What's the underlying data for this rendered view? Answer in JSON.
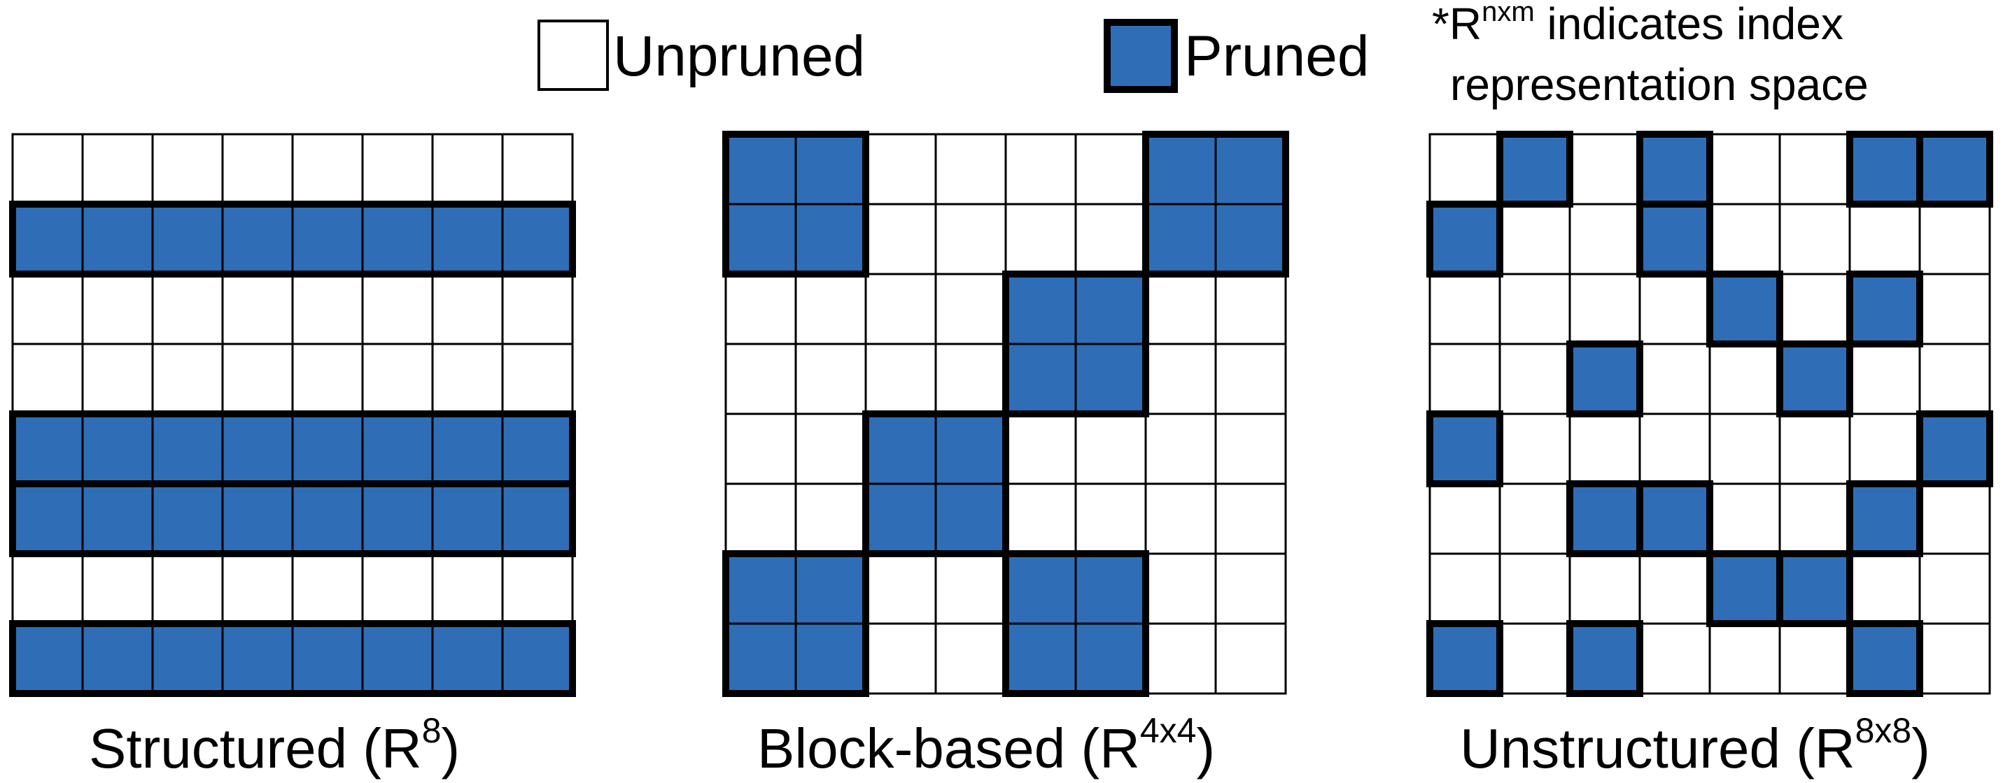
{
  "legend": {
    "unpruned_label": "Unpruned",
    "pruned_label": "Pruned",
    "note_line1_prefix": "*R",
    "note_line1_sup": "nxm",
    "note_line1_suffix": " indicates index",
    "note_line2": "representation space"
  },
  "colors": {
    "pruned_fill": "#2f6eb6",
    "unpruned_fill": "#ffffff",
    "grid_line": "#000000"
  },
  "panels": [
    {
      "caption_main": "Structured (R",
      "caption_sup": "8",
      "caption_close": ")",
      "pruning_mode": "rows",
      "pruned": [
        "........",
        "########",
        "........",
        "........",
        "########",
        "########",
        "........",
        "########"
      ]
    },
    {
      "caption_main": "Block-based (R",
      "caption_sup": "4x4",
      "caption_close": ")",
      "pruning_mode": "blocks",
      "pruned": [
        "##....##",
        "##....##",
        "....##..",
        "....##..",
        "..##....",
        "..##....",
        "##..##..",
        "##..##.."
      ]
    },
    {
      "caption_main": "Unstructured (R",
      "caption_sup": "8x8",
      "caption_close": ")",
      "pruning_mode": "cells",
      "pruned": [
        ".#.#..##",
        "#..#....",
        "....#.#.",
        "..#..#..",
        "#......#",
        "..##..#.",
        "....##..",
        "#.#...#."
      ]
    }
  ]
}
